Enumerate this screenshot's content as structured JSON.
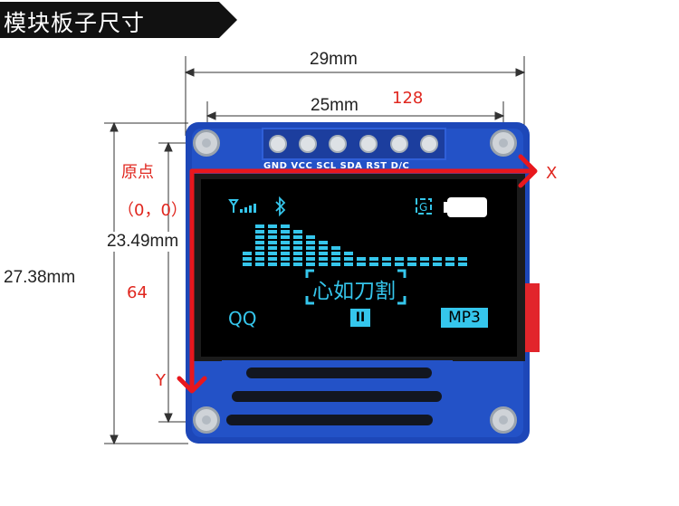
{
  "banner": {
    "title": "模块板子尺寸"
  },
  "dimensions": {
    "outer_width": "29mm",
    "inner_width": "25mm",
    "inner_height": "23.49mm",
    "outer_height": "27.38mm"
  },
  "annotations": {
    "x_pixels": "128",
    "y_pixels": "64",
    "origin_label": "原点",
    "origin_coords": "（0，0）",
    "x_axis": "X",
    "y_axis": "Y"
  },
  "pcb": {
    "pin_labels": "GND VCC SCL SDA RST D/C"
  },
  "display": {
    "track_title": "心如刀割",
    "left_label": "QQ",
    "right_label": "MP3",
    "pause_symbol": "II",
    "equalizer_levels": [
      3,
      8,
      9,
      8,
      7,
      6,
      5,
      4,
      3,
      2,
      2,
      2,
      2,
      2,
      2,
      2,
      2,
      2
    ]
  },
  "colors": {
    "annotation_red": "#e0271f",
    "screen_cyan": "#35c6ec",
    "pcb_blue": "#1d47b8"
  }
}
